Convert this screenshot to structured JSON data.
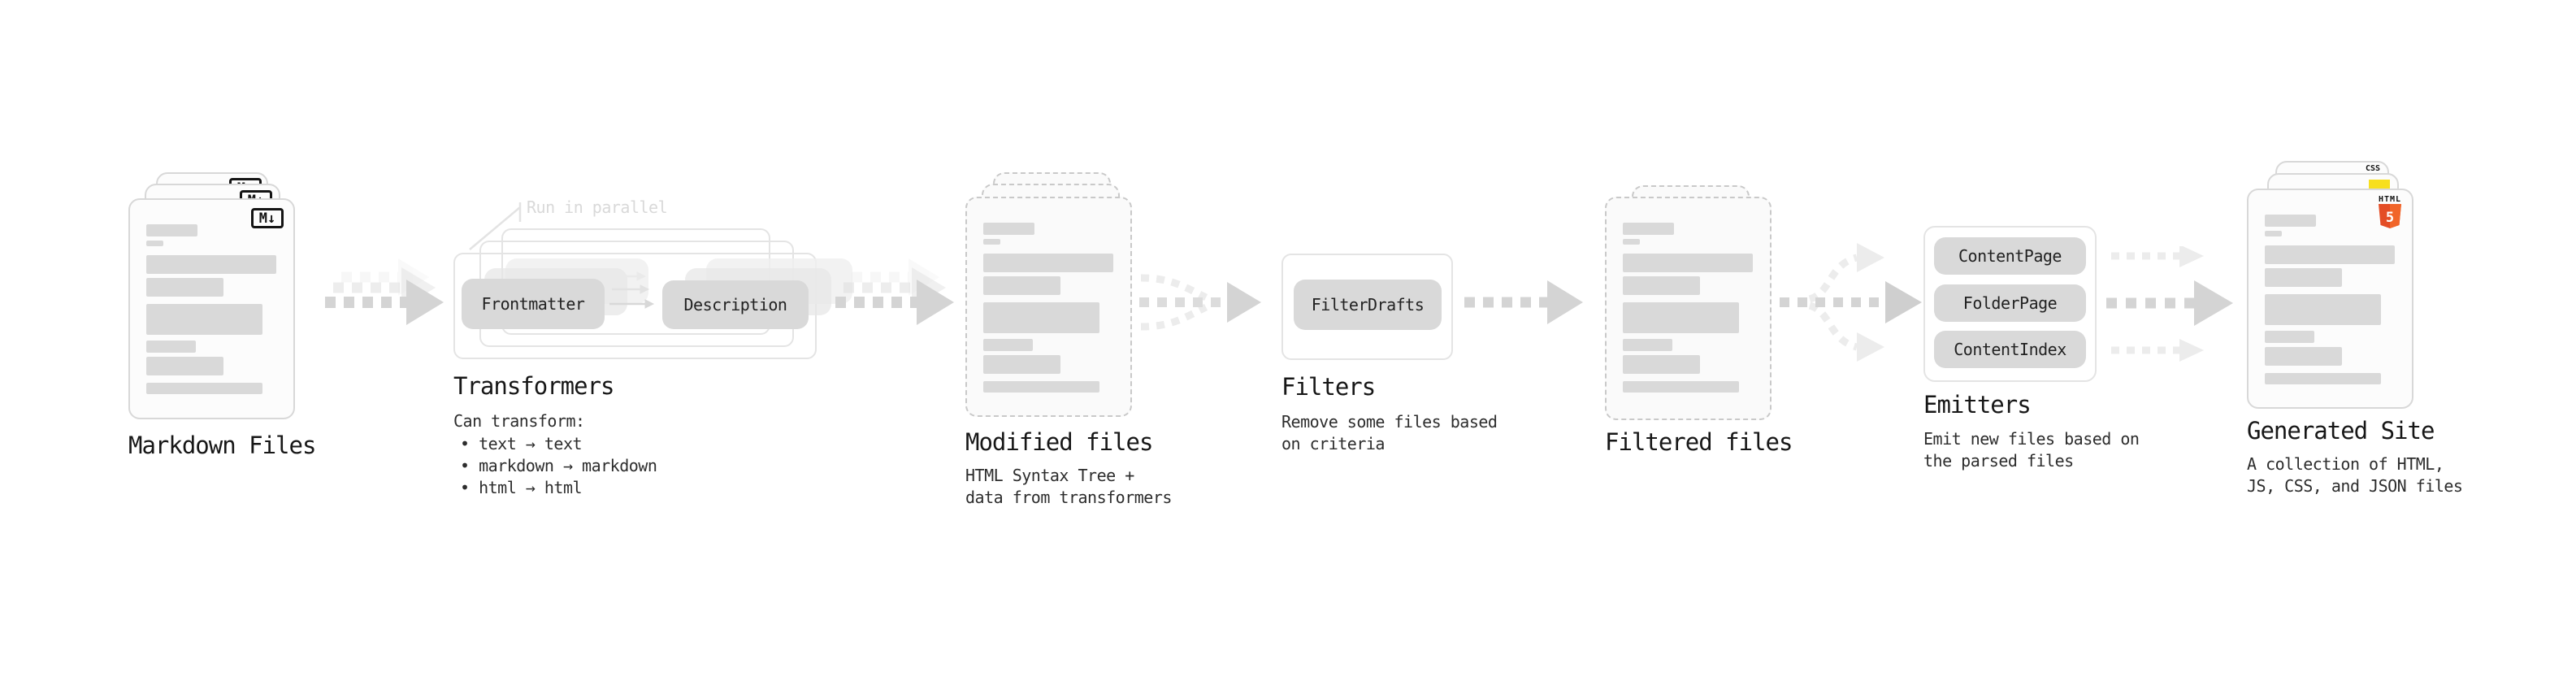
{
  "markdown_files": {
    "label": "Markdown Files",
    "logo": "M↓"
  },
  "transformers": {
    "note": "Run in parallel",
    "pill_left": "Frontmatter",
    "pill_right": "Description",
    "label": "Transformers",
    "desc_title": "Can transform:",
    "bullets": [
      "• text → text",
      "• markdown → markdown",
      "• html → html"
    ]
  },
  "modified_files": {
    "label": "Modified files",
    "desc": "HTML Syntax Tree +\ndata from transformers"
  },
  "filters": {
    "pill": "FilterDrafts",
    "label": "Filters",
    "desc": "Remove some files based\non criteria"
  },
  "filtered_files": {
    "label": "Filtered files"
  },
  "emitters": {
    "pills": [
      "ContentPage",
      "FolderPage",
      "ContentIndex"
    ],
    "label": "Emitters",
    "desc": "Emit new files based on\nthe parsed files"
  },
  "generated_site": {
    "label": "Generated Site",
    "desc": "A collection of HTML,\nJS, CSS, and JSON files",
    "badge_css": "CSS",
    "badge_html_word": "HTML",
    "badge_html_num": "5"
  },
  "colors": {
    "arrow": "#d4d4d4",
    "arrow_light": "#ececec",
    "bar": "#d9d9d9",
    "html5_orange": "#e44d26",
    "js_yellow": "#f7df1e",
    "css_blue": "#2760e6"
  }
}
